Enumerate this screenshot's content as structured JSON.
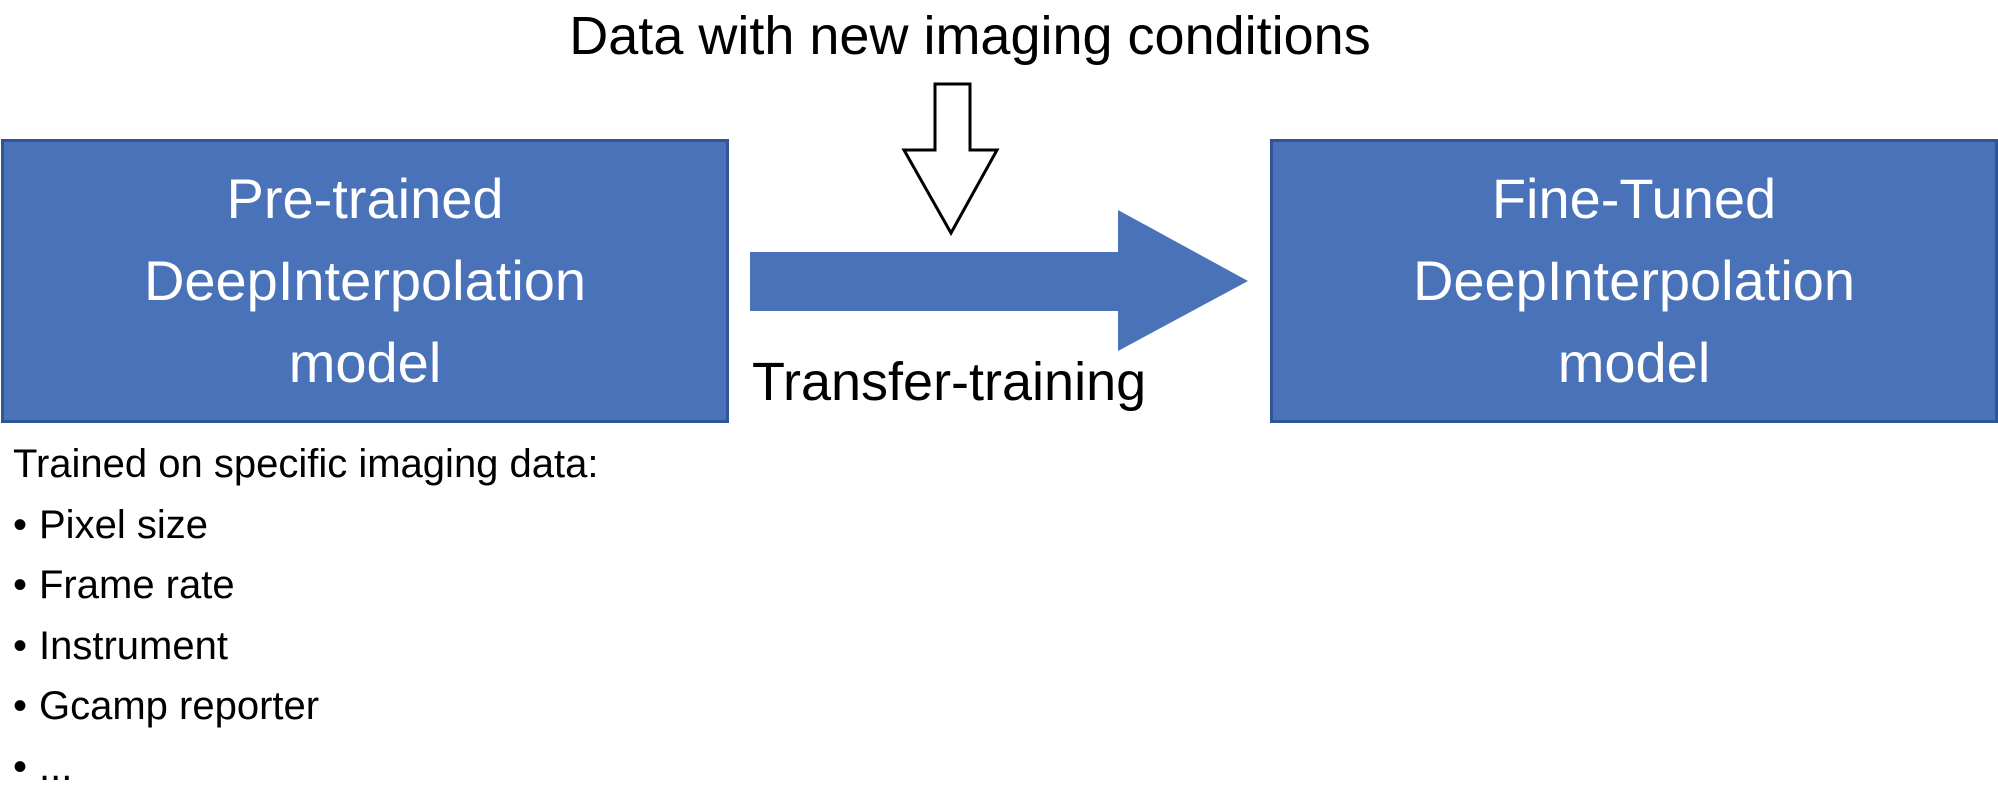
{
  "header": {
    "new_data_label": "Data with new imaging conditions"
  },
  "pretrained_model": {
    "lines": [
      "Pre-trained",
      "DeepInterpolation",
      "model"
    ]
  },
  "finetuned_model": {
    "lines": [
      "Fine-Tuned",
      "DeepInterpolation",
      "model"
    ]
  },
  "transfer": {
    "label": "Transfer-training"
  },
  "trained_on": {
    "heading": "Trained on specific imaging data:",
    "items": [
      "Pixel size",
      "Frame rate",
      "Instrument",
      "Gcamp reporter",
      "..."
    ]
  },
  "colors": {
    "box_fill": "#4a72b8",
    "box_border": "#2f5597",
    "arrow_fill": "#4a72b8",
    "text_dark": "#000000",
    "text_light": "#ffffff"
  },
  "icons": {
    "down_arrow": "hollow-down-arrow-icon",
    "right_arrow": "block-right-arrow-icon"
  }
}
